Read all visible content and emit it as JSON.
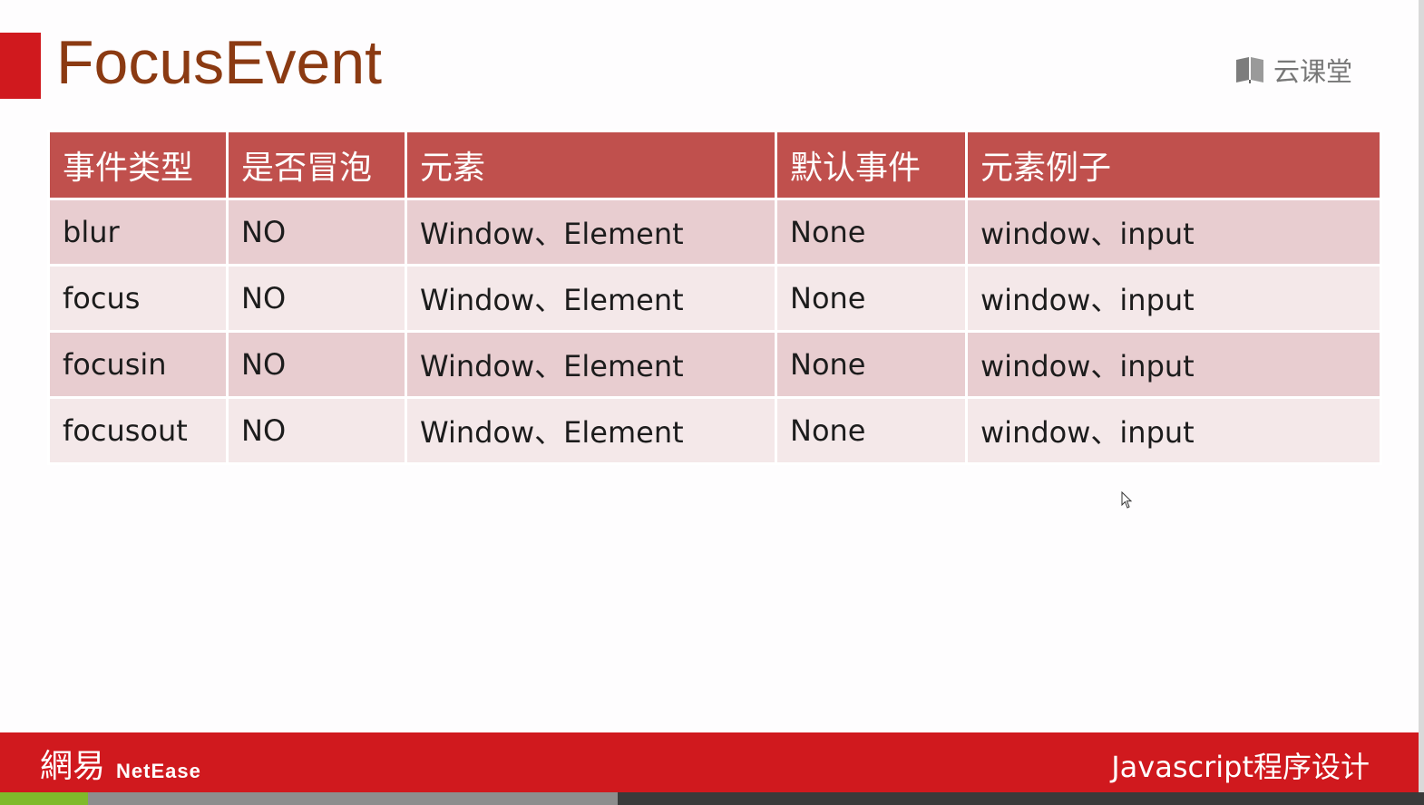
{
  "slide": {
    "title": "FocusEvent",
    "brand": "云课堂"
  },
  "table": {
    "headers": [
      "事件类型",
      "是否冒泡",
      "元素",
      "默认事件",
      "元素例子"
    ],
    "rows": [
      [
        "blur",
        "NO",
        "Window、Element",
        "None",
        "window、input"
      ],
      [
        "focus",
        "NO",
        "Window、Element",
        "None",
        "window、input"
      ],
      [
        "focusin",
        "NO",
        "Window、Element",
        "None",
        "window、input"
      ],
      [
        "focusout",
        "NO",
        "Window、Element",
        "None",
        "window、input"
      ]
    ]
  },
  "footer": {
    "logo_cn": "網易",
    "logo_en": "NetEase",
    "course": "Javascript程序设计"
  },
  "player": {
    "played_fraction": 0.062,
    "loaded_fraction": 0.434
  },
  "colors": {
    "accent_red": "#d0191e",
    "title_brown": "#8b3a12",
    "header_red": "#c0504d",
    "row_odd": "#e8cdd0",
    "row_even": "#f4e8e9"
  }
}
